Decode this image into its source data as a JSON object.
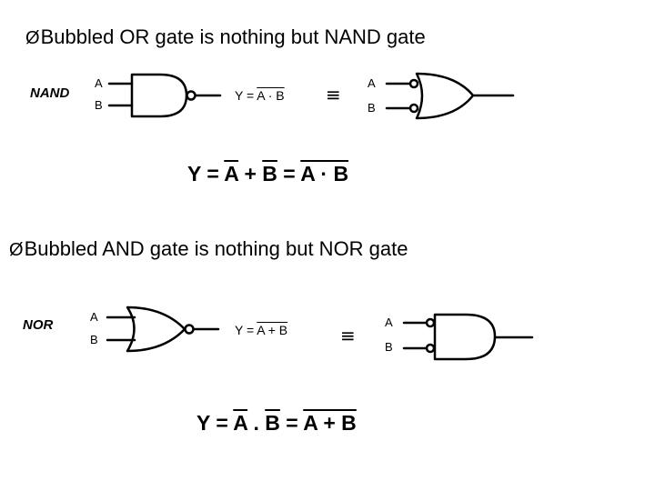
{
  "bullets": {
    "marker": "Ø",
    "first": "Bubbled OR gate is nothing but NAND gate",
    "second": "Bubbled AND gate is nothing but NOR gate"
  },
  "nand_section": {
    "gate_name": "NAND",
    "input_a": "A",
    "input_b": "B",
    "expr_lhs": "Y = ",
    "expr_bar": "A · B",
    "equiv_symbol": "≡",
    "eq_input_a": "A",
    "eq_input_b": "B",
    "big_eq": {
      "lhs": "Y = ",
      "a_bar": "A",
      "plus": " + ",
      "b_bar": "B",
      "eq": " = ",
      "rhs_bar": "A · B"
    }
  },
  "nor_section": {
    "gate_name": "NOR",
    "input_a": "A",
    "input_b": "B",
    "expr_lhs": "Y = ",
    "expr_bar": "A + B",
    "equiv_symbol": "≡",
    "eq_input_a": "A",
    "eq_input_b": "B",
    "big_eq": {
      "lhs": "Y = ",
      "a_bar": "A",
      "dot": " . ",
      "b_bar": "B",
      "eq": " = ",
      "rhs_bar": "A + B"
    }
  }
}
